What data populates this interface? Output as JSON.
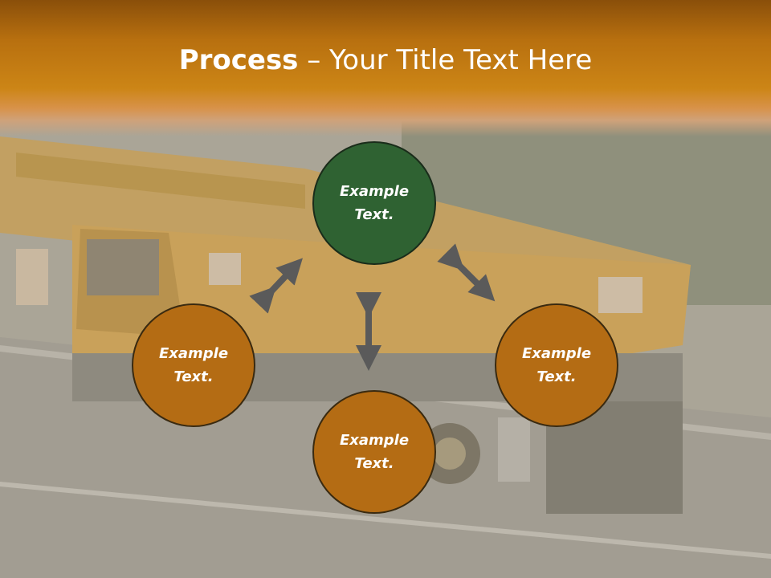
{
  "slide": {
    "title_bold": "Process",
    "title_rest": " – Your Title Text Here"
  },
  "circles": {
    "top": "Example Text.",
    "left": "Example Text.",
    "right": "Example Text.",
    "bottom": "Example Text."
  },
  "colors": {
    "header": "#c77e14",
    "center_circle": "#2f6232",
    "outer_circle": "#b46c14",
    "arrow": "#5a5a5a"
  }
}
